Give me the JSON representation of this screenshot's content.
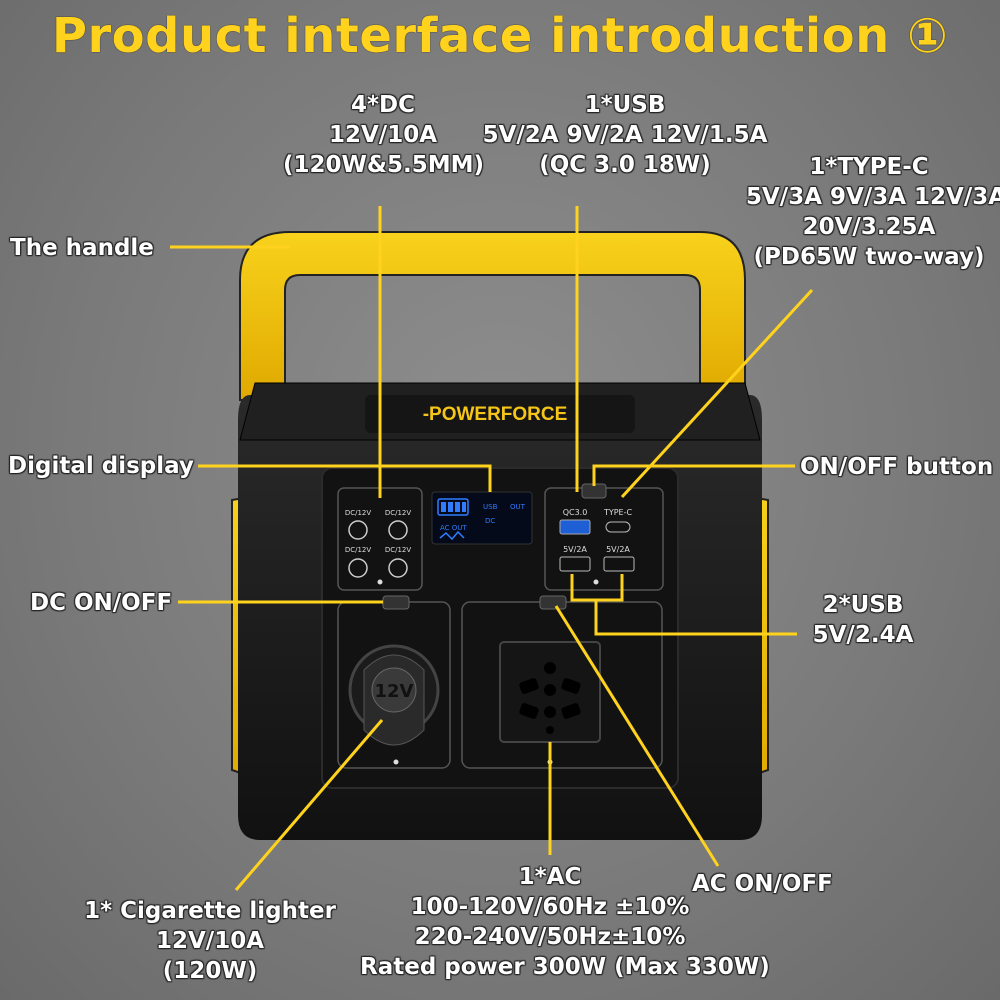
{
  "title": "Product interface introduction ①",
  "brand": "-POWERFORCE",
  "labels": {
    "dc": [
      "4*DC",
      "12V/10A",
      "(120W&5.5MM)"
    ],
    "usb": [
      "1*USB",
      "5V/2A 9V/2A 12V/1.5A",
      "(QC 3.0 18W)"
    ],
    "typec": [
      "1*TYPE-C",
      "5V/3A 9V/3A 12V/3A",
      "20V/3.25A",
      "(PD65W two-way)"
    ],
    "handle": "The handle",
    "display": "Digital display",
    "onoff": "ON/OFF button",
    "dc_onoff": "DC ON/OFF",
    "usb2": [
      "2*USB",
      "5V/2.4A"
    ],
    "cig": [
      "1* Cigarette lighter",
      "12V/10A",
      "(120W)"
    ],
    "ac": [
      "1*AC",
      "100-120V/60Hz ±10%",
      "220-240V/50Hz±10%",
      "Rated power 300W (Max 330W)"
    ],
    "ac_onoff": "AC ON/OFF"
  },
  "panel": {
    "dc_port_label": "DC/12V",
    "qc_label": "QC3.0",
    "typec_label": "TYPE-C",
    "usb_label": "5V/2A",
    "cig_text": "12V",
    "display_usb": "USB",
    "display_out": "OUT",
    "display_dc": "DC",
    "display_ac_out": "AC OUT"
  },
  "colors": {
    "title": "#ffd21e",
    "yellow": "#f5c518",
    "leader": "#ffd21e",
    "body": "#1a1a1a"
  }
}
